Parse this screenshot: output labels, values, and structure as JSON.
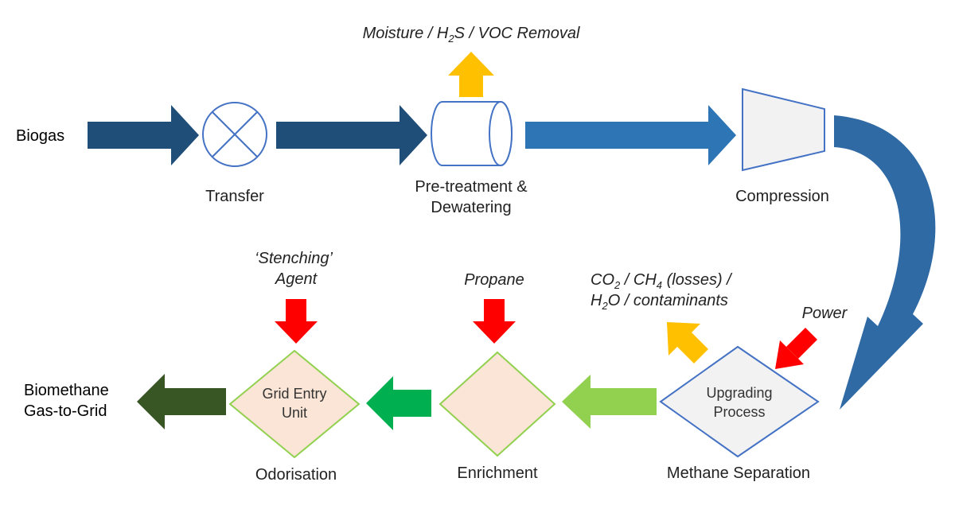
{
  "colors": {
    "navy_arrow": "#1f4e79",
    "blue_arrow": "#2e75b6",
    "curve_arrow": "#2f6aa5",
    "yellow_arrow": "#ffc000",
    "red_arrow": "#ff0000",
    "lime_arrow": "#92d050",
    "green_arrow": "#00b050",
    "dark_green_arrow": "#375623",
    "shape_outline": "#4472c4",
    "diamond_fill": "#fbe5d6",
    "diamond_outline": "#92d050",
    "grey_fill": "#f2f2f2"
  },
  "input_label": "Biogas",
  "output_label": {
    "line1": "Biomethane",
    "line2": "Gas-to-Grid"
  },
  "steps": {
    "transfer": {
      "label": "Transfer"
    },
    "pretreatment": {
      "label_line1": "Pre-treatment &",
      "label_line2": "Dewatering",
      "removal": {
        "prefix": "Moisture / H",
        "sub": "2",
        "suffix": "S / VOC Removal"
      }
    },
    "compression": {
      "label": "Compression"
    },
    "methane_separation": {
      "label": "Methane Separation",
      "shape_line1": "Upgrading",
      "shape_line2": "Process",
      "power_label": "Power",
      "byproducts_line1": {
        "a": "CO",
        "a_sub": "2",
        "sep": " / ",
        "b": "CH",
        "b_sub": "4",
        "rest": " (losses) /"
      },
      "byproducts_line2": {
        "a": "H",
        "a_sub": "2",
        "rest": "O / contaminants"
      }
    },
    "enrichment": {
      "label": "Enrichment",
      "input_label": "Propane"
    },
    "odorisation": {
      "label": "Odorisation",
      "shape_line1": "Grid Entry",
      "shape_line2": "Unit",
      "input_line1": "‘Stenching’",
      "input_line2": "Agent"
    }
  }
}
